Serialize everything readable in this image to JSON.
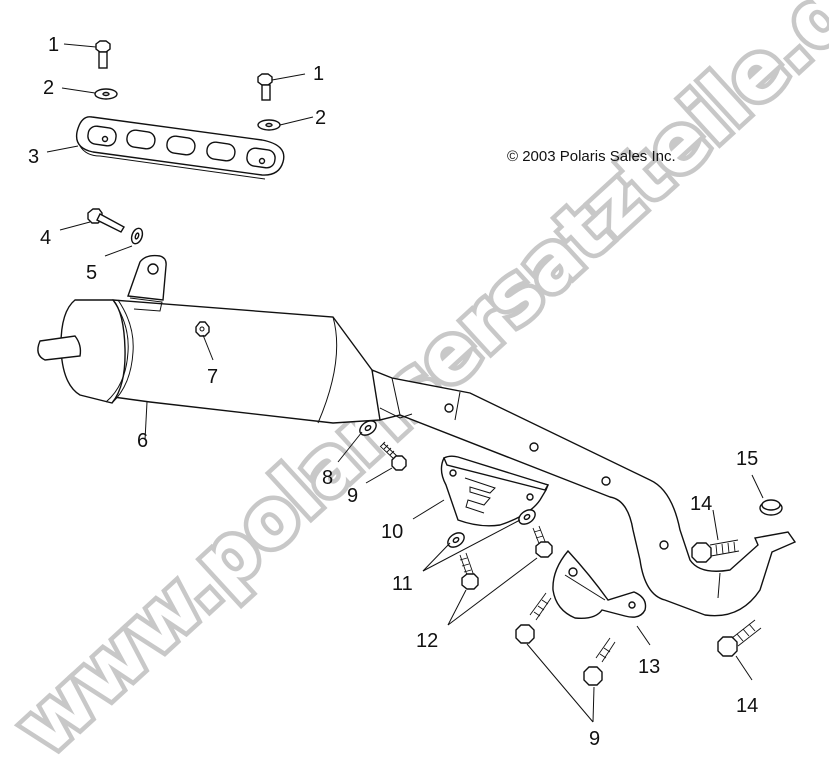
{
  "diagram": {
    "type": "exploded-parts-diagram",
    "subject": "Exhaust system (muffler, head pipe, heat shields, mounting hardware)",
    "copyright": "© 2003 Polaris Sales Inc.",
    "watermark": "www.polarisersatzteile.de",
    "colors": {
      "line": "#111111",
      "background": "#ffffff",
      "watermark": "#d0d0d0"
    },
    "callouts": [
      {
        "id": "c1a",
        "label": "1",
        "part": "bolt (hanger, left)"
      },
      {
        "id": "c1b",
        "label": "1",
        "part": "bolt (hanger, right)"
      },
      {
        "id": "c2a",
        "label": "2",
        "part": "washer (left)"
      },
      {
        "id": "c2b",
        "label": "2",
        "part": "washer (right)"
      },
      {
        "id": "c3",
        "label": "3",
        "part": "mounting strap / bracket"
      },
      {
        "id": "c4",
        "label": "4",
        "part": "bolt (muffler bracket)"
      },
      {
        "id": "c5",
        "label": "5",
        "part": "washer"
      },
      {
        "id": "c6",
        "label": "6",
        "part": "muffler"
      },
      {
        "id": "c7",
        "label": "7",
        "part": "nut"
      },
      {
        "id": "c8",
        "label": "8",
        "part": "gasket / washer"
      },
      {
        "id": "c9a",
        "label": "9",
        "part": "bolt (upper)"
      },
      {
        "id": "c10",
        "label": "10",
        "part": "heat shield"
      },
      {
        "id": "c11",
        "label": "11",
        "part": "washers"
      },
      {
        "id": "c12",
        "label": "12",
        "part": "bolts (heat shield)"
      },
      {
        "id": "c13",
        "label": "13",
        "part": "heat shield / clamp bracket"
      },
      {
        "id": "c14a",
        "label": "14",
        "part": "bolt (head pipe flange)"
      },
      {
        "id": "c15",
        "label": "15",
        "part": "exhaust gasket ring"
      },
      {
        "id": "c14b",
        "label": "14",
        "part": "bolt (head pipe flange)"
      },
      {
        "id": "c9b",
        "label": "9",
        "part": "bolts (lower)"
      }
    ]
  }
}
